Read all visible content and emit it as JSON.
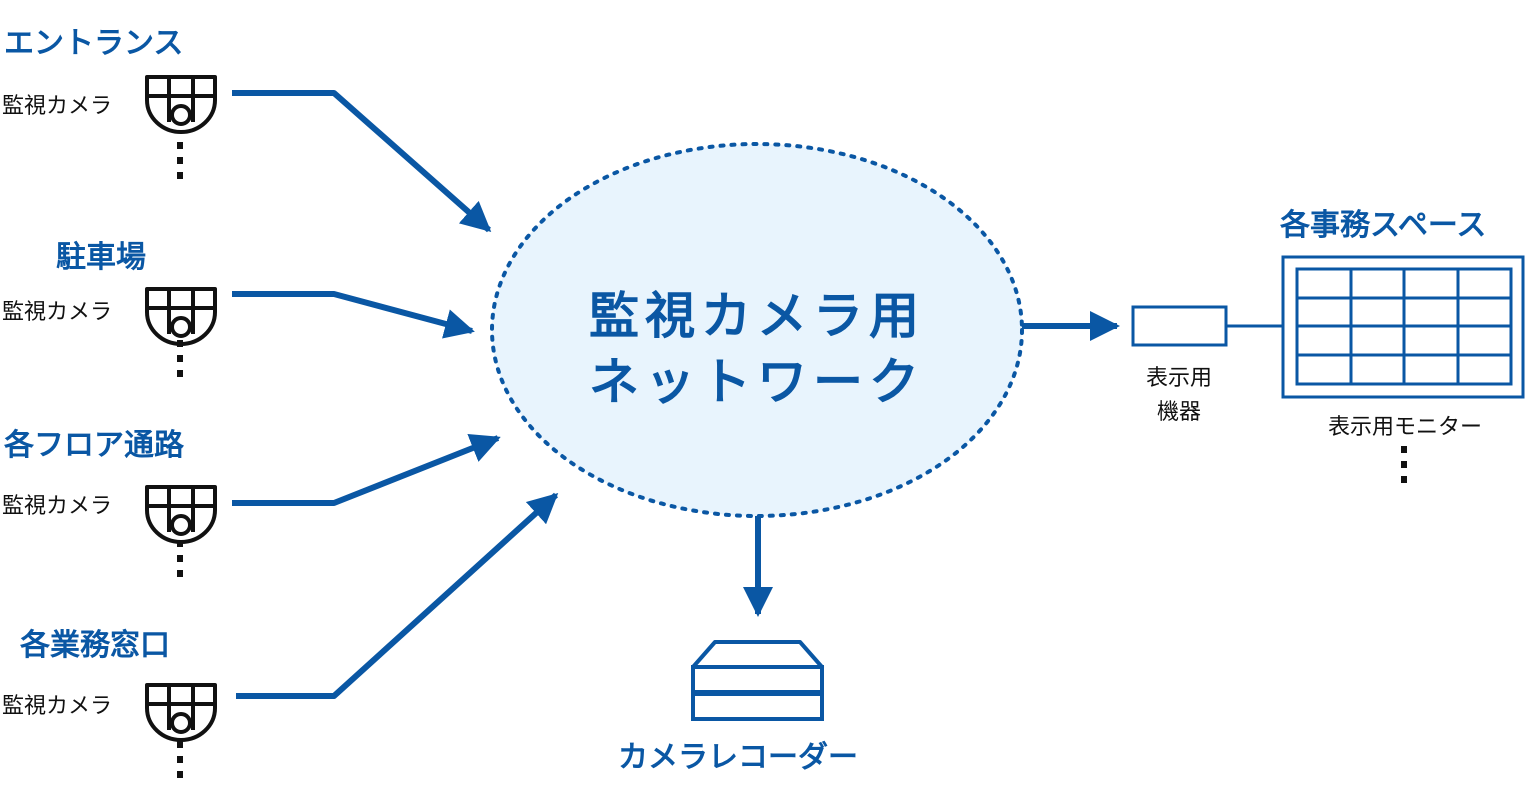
{
  "colors": {
    "accent": "#0a57a4",
    "ellipse_fill": "#e8f4fd",
    "text": "#111111"
  },
  "zones": [
    {
      "title": "エントランス",
      "camera_label": "監視カメラ"
    },
    {
      "title": "駐車場",
      "camera_label": "監視カメラ"
    },
    {
      "title": "各フロア通路",
      "camera_label": "監視カメラ"
    },
    {
      "title": "各業務窓口",
      "camera_label": "監視カメラ"
    }
  ],
  "network": {
    "line1": "監視カメラ用",
    "line2": "ネットワーク"
  },
  "display_device": {
    "line1": "表示用",
    "line2": "機器"
  },
  "office": {
    "title": "各事務スペース",
    "monitor_label": "表示用モニター"
  },
  "recorder": {
    "label": "カメラレコーダー"
  },
  "icons": {
    "camera": "dome-camera-icon",
    "recorder": "recorder-icon",
    "monitor": "monitor-grid-icon",
    "ellipsis": "vertical-ellipsis-icon"
  }
}
